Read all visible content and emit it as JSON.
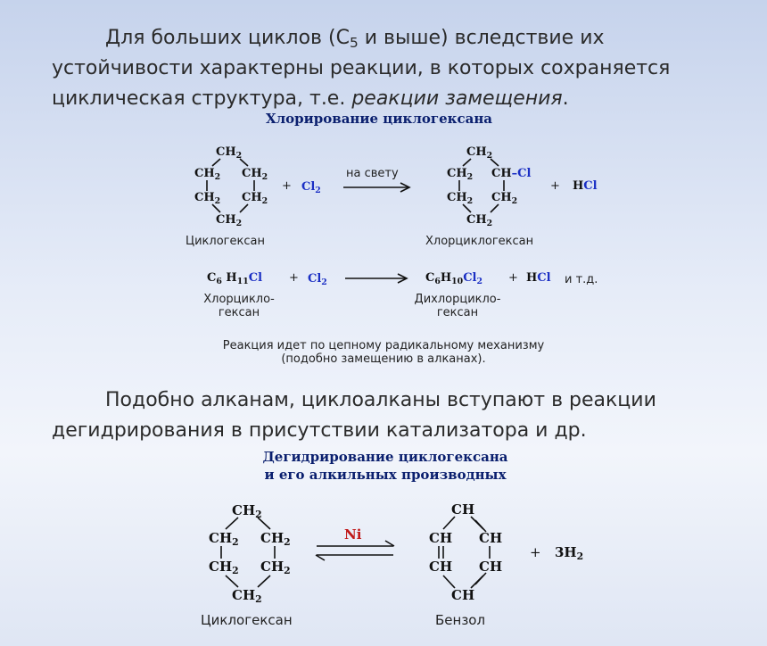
{
  "intro": {
    "line1_pre": "Для больших циклов (С",
    "line1_sub": "5",
    "line1_post": " и выше) вследствие их",
    "line2": "устойчивости характерны реакции, в которых сохраняется",
    "line3_pre": "циклическая структура, т.е. ",
    "line3_italic": "реакции замещения",
    "line3_post": "."
  },
  "chlorination": {
    "title": "Хлорирование циклогексана",
    "ring_ch2": "CH",
    "ring_ch2_sub": "2",
    "ring_ch": "CH",
    "cl_sub": "–Cl",
    "plus": "+",
    "cl2_main": "Cl",
    "cl2_sub": "2",
    "condition": "на свету",
    "hcl_h": "H",
    "hcl_cl": "Cl",
    "reactant_name": "Циклогексан",
    "product_name": "Хлорциклогексан",
    "eq2": {
      "c": "C",
      "c_sub": "6",
      "h": "H",
      "h_sub_r": "11",
      "h_sub_p": "10",
      "cl": "Cl",
      "cl2_sub": "2",
      "etc": "и т.д."
    },
    "reactant2_line1": "Хлорцикло-",
    "reactant2_line2": "гексан",
    "product2_line1": "Дихлорцикло-",
    "product2_line2": "гексан",
    "note_line1": "Реакция идет по цепному радикальному  механизму",
    "note_line2": "(подобно замещению в алканах)."
  },
  "para2": {
    "line1": "Подобно алканам,  циклоалканы вступают в реакции",
    "line2": "дегидрирования в присутствии катализатора и др."
  },
  "dehydrogenation": {
    "title_line1": "Дегидрирование циклогексана",
    "title_line2": "и его алкильных производных",
    "catalyst": "Ni",
    "ch": "CH",
    "plus": "+",
    "h2_main": "3H",
    "h2_sub": "2",
    "reactant_name": "Циклогексан",
    "product_name": "Бензол"
  },
  "colors": {
    "title": "#0a1f6e",
    "chlorine": "#1b2fc4",
    "catalyst": "#c01818",
    "text": "#2b2b2b"
  }
}
